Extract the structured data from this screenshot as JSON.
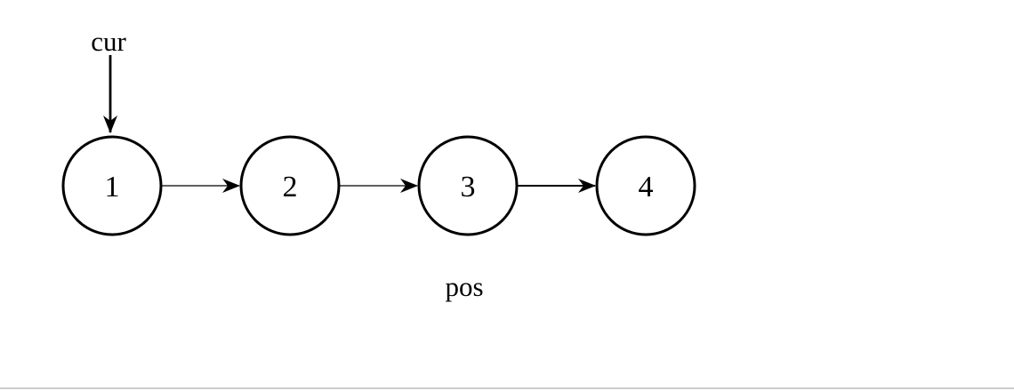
{
  "diagram": {
    "kind": "singly-linked-list",
    "nodes": [
      {
        "id": "node-1",
        "label": "1"
      },
      {
        "id": "node-2",
        "label": "2"
      },
      {
        "id": "node-3",
        "label": "3"
      },
      {
        "id": "node-4",
        "label": "4"
      }
    ],
    "edges": [
      {
        "from": "1",
        "to": "2"
      },
      {
        "from": "2",
        "to": "3"
      },
      {
        "from": "3",
        "to": "4"
      }
    ],
    "pointers": {
      "cur": {
        "label": "cur",
        "points_to": "1",
        "placement": "above"
      },
      "pos": {
        "label": "pos",
        "points_to": "3",
        "placement": "below"
      }
    },
    "colors": {
      "stroke": "#000000",
      "text": "#000000",
      "background": "#ffffff",
      "bottom_divider": "#cccccc"
    }
  }
}
